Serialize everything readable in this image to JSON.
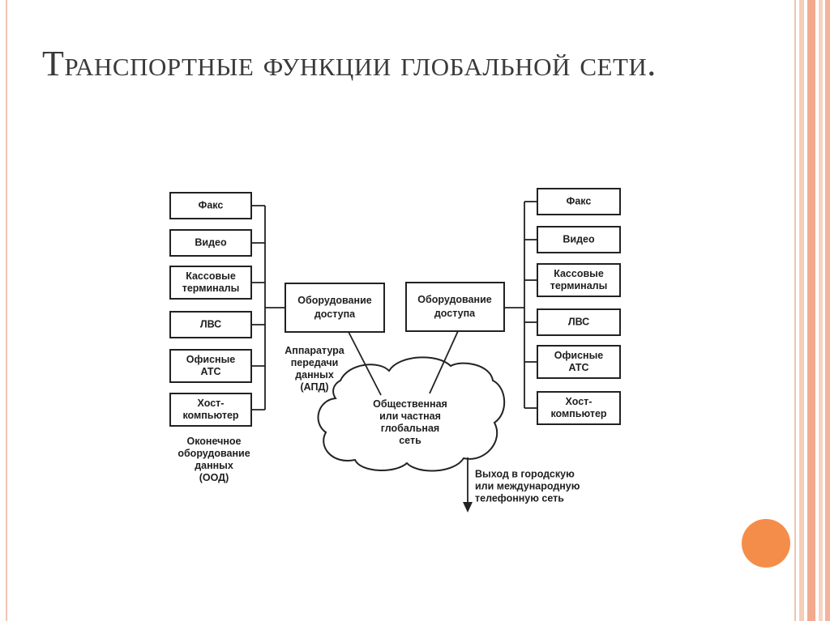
{
  "title": "Транспортные функции глобальной сети.",
  "diagram": {
    "left_devices": [
      [
        "Факс"
      ],
      [
        "Видео"
      ],
      [
        "Кассовые",
        "терминалы"
      ],
      [
        "ЛВС"
      ],
      [
        "Офисные",
        "АТС"
      ],
      [
        "Хост-",
        "компьютер"
      ]
    ],
    "right_devices": [
      [
        "Факс"
      ],
      [
        "Видео"
      ],
      [
        "Кассовые",
        "терминалы"
      ],
      [
        "ЛВС"
      ],
      [
        "Офисные",
        "АТС"
      ],
      [
        "Хост-",
        "компьютер"
      ]
    ],
    "left_access": [
      "Оборудование",
      "доступа"
    ],
    "right_access": [
      "Оборудование",
      "доступа"
    ],
    "dte_label": [
      "Оконечное",
      "оборудование",
      "данных",
      "(ООД)"
    ],
    "dce_label": [
      "Аппаратура",
      "передачи",
      "данных",
      "(АПД)"
    ],
    "network_label": [
      "Общественная",
      "или частная",
      "глобальная",
      "сеть"
    ],
    "exit_label": [
      "Выход в городскую",
      "или международную",
      "телефонную сеть"
    ]
  },
  "colors": {
    "accent_circle": "#f58d4a",
    "stripes": "#f3a98d"
  }
}
